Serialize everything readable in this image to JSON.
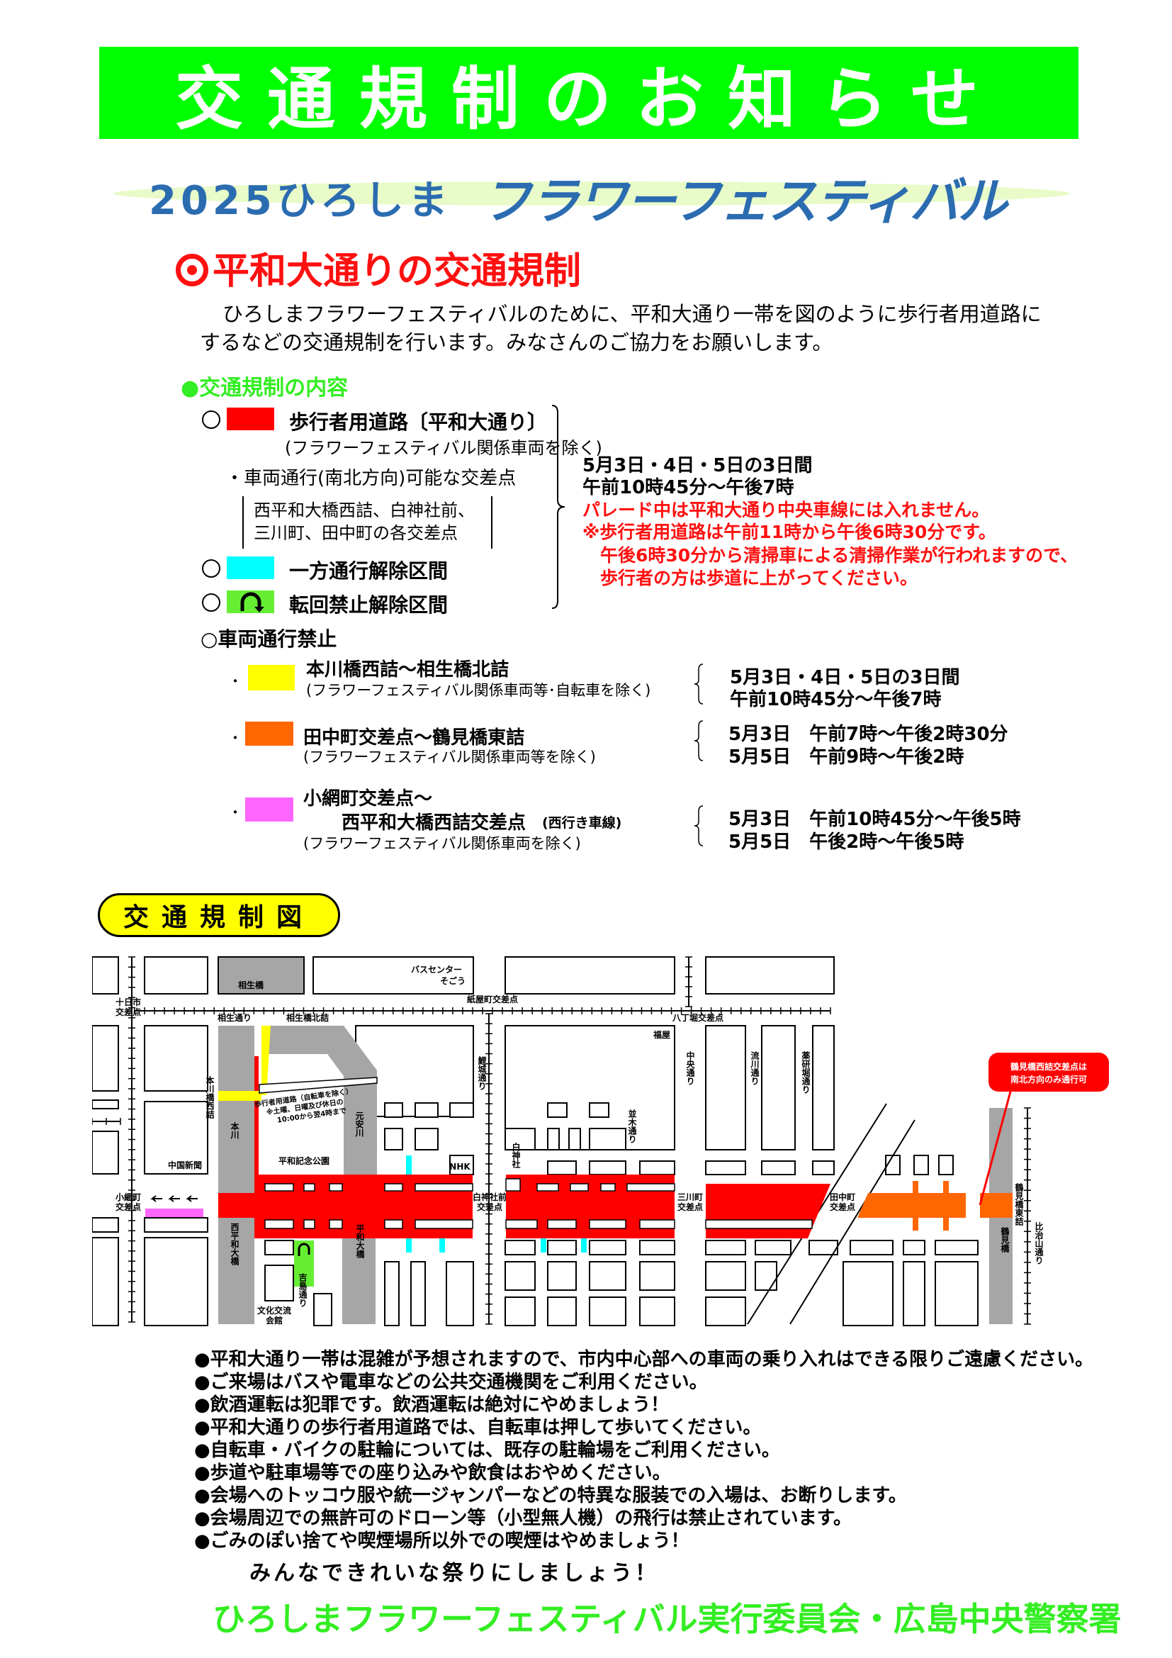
{
  "banner": {
    "title": "交通規制のお知らせ"
  },
  "logo": {
    "prefix": "2025ひろしま",
    "name": "フラワーフェスティバル"
  },
  "section": {
    "heading": "平和大通りの交通規制",
    "intro": [
      "ひろしまフラワーフェスティバルのために、平和大通り一帯を図のように歩行者用道路に",
      "するなどの交通規制を行います。みなさんのご協力をお願いします。"
    ]
  },
  "contents": {
    "heading": "●交通規制の内容",
    "pedestrian": {
      "label": "歩行者用道路〔平和大通り〕",
      "note": "(フラワーフェスティバル関係車両を除く)",
      "color": "#ff0000"
    },
    "crossing_label": "・車両通行(南北方向)可能な交差点",
    "crossings": [
      "西平和大橋西詰、白神社前、",
      "三川町、田中町の各交差点"
    ],
    "one_way": {
      "label": "一方通行解除区間",
      "color": "#00ffff"
    },
    "u_turn": {
      "label": "転回禁止解除区間",
      "color": "#66ee33"
    },
    "schedule": [
      "5月3日・4日・5日の3日間",
      "午前10時45分～午後7時"
    ],
    "warnings": [
      "パレード中は平和大通り中央車線には入れません。",
      "※歩行者用道路は午前11時から午後6時30分です。",
      "午後6時30分から清掃車による清掃作業が行われますので、",
      "歩行者の方は歩道に上がってください。"
    ],
    "no_vehicles_heading": "○車両通行禁止",
    "no_vehicles": [
      {
        "lines": [
          "本川橋西詰～相生橋北詰",
          "(フラワーフェスティバル関係車両等･自転車を除く)"
        ],
        "color": "#ffff00",
        "dates": [
          "5月3日・4日・5日の3日間",
          "午前10時45分～午後7時"
        ]
      },
      {
        "lines": [
          "田中町交差点～鶴見橋東詰",
          "(フラワーフェスティバル関係車両等を除く)"
        ],
        "color": "#ff6600",
        "dates": [
          "5月3日　午前7時～午後2時30分",
          "5月5日　午前9時～午後2時"
        ]
      },
      {
        "lines": [
          "小網町交差点～",
          "西平和大橋西詰交差点",
          "(フラワーフェスティバル関係車両を除く)"
        ],
        "suffix": "(西行き車線)",
        "color": "#ff66ff",
        "dates": [
          "5月3日　午前10時45分～午後5時",
          "5月5日　午後2時～午後5時"
        ]
      }
    ]
  },
  "map": {
    "title": "交通規制図",
    "labels": [
      "相生橋",
      "バスセンター",
      "そごう",
      "紙屋町交差点",
      "十日市",
      "交差点",
      "相生通り",
      "相生橋北詰",
      "八丁堀交差点",
      "福屋",
      "本川橋西詰",
      "鯉城通り",
      "中央通り",
      "流川通り",
      "薬研堀通り",
      "並木通り",
      "元安川",
      "本川",
      "平和記念公園",
      "中国新聞",
      "NHK",
      "白神社",
      "小網町",
      "交差点",
      "白神社前",
      "交差点",
      "三川町",
      "交差点",
      "田中町",
      "交差点",
      "鶴見橋東詰",
      "比治山通り",
      "鶴見橋",
      "西平和大橋",
      "平和大橋",
      "吉島通り",
      "文化交流",
      "会館"
    ],
    "park_note": [
      "歩行者用道路（自転車を除く）",
      "※土曜、日曜及び休日の",
      "10:00から翌4時まで"
    ],
    "callout": [
      "鶴見橋西詰交差点は",
      "南北方向のみ通行可"
    ]
  },
  "notes": [
    "●平和大通り一帯は混雑が予想されますので、市内中心部への車両の乗り入れはできる限りご遠慮ください。",
    "●ご来場はバスや電車などの公共交通機関をご利用ください。",
    "●飲酒運転は犯罪です。飲酒運転は絶対にやめましょう！",
    "●平和大通りの歩行者用道路では、自転車は押して歩いてください。",
    "●自転車・バイクの駐輪については、既存の駐輪場をご利用ください。",
    "●歩道や駐車場等での座り込みや飲食はおやめください。",
    "●会場へのトッコウ服や統一ジャンパーなどの特異な服装での入場は、お断りします。",
    "●会場周辺での無許可のドローン等（小型無人機）の飛行は禁止されています。",
    "●ごみのぽい捨てや喫煙場所以外での喫煙はやめましょう！"
  ],
  "slogan": "みんなできれいな祭りにしましょう！",
  "footer": "ひろしまフラワーフェスティバル実行委員会・広島中央警察署"
}
